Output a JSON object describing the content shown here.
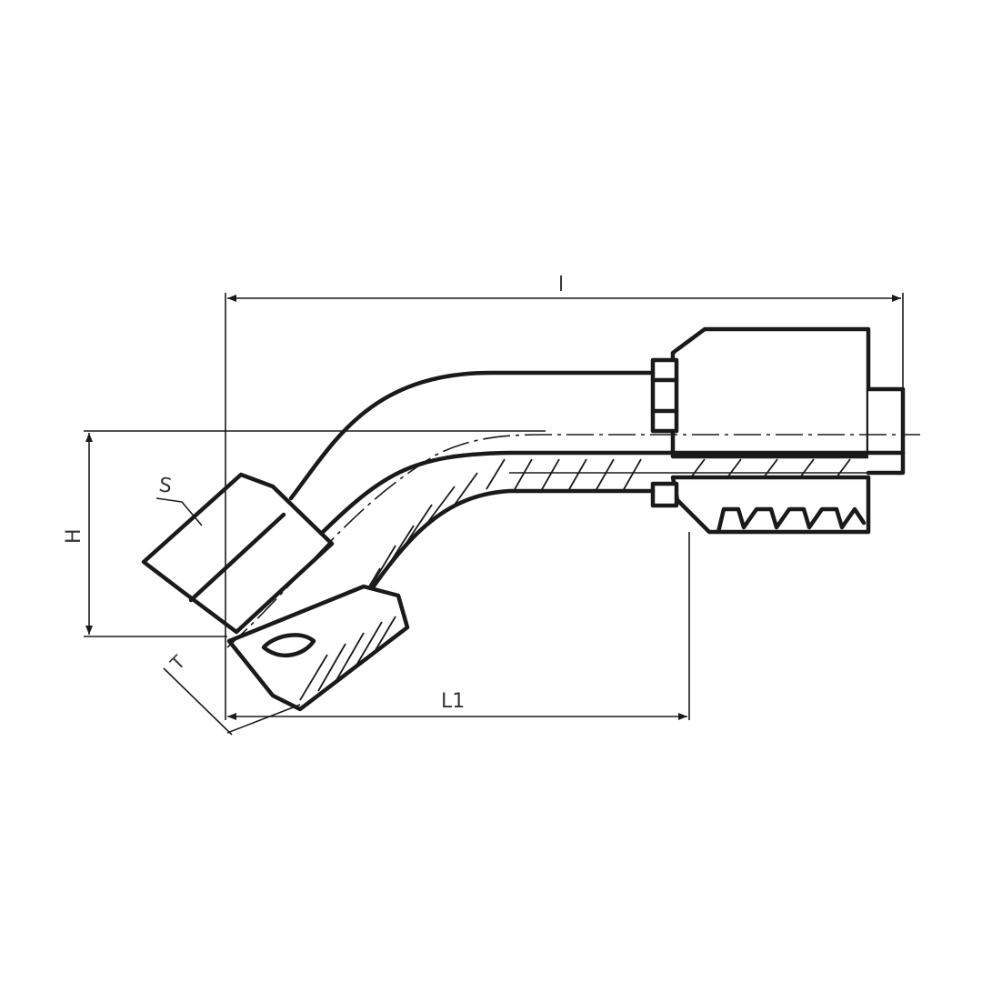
{
  "drawing": {
    "dimensions": {
      "overall_length": "l",
      "length_l1": "L1",
      "height": "H",
      "hex_size": "S",
      "thread": "T"
    }
  },
  "colors": {
    "line": "#1a1a1a",
    "background": "#ffffff"
  }
}
